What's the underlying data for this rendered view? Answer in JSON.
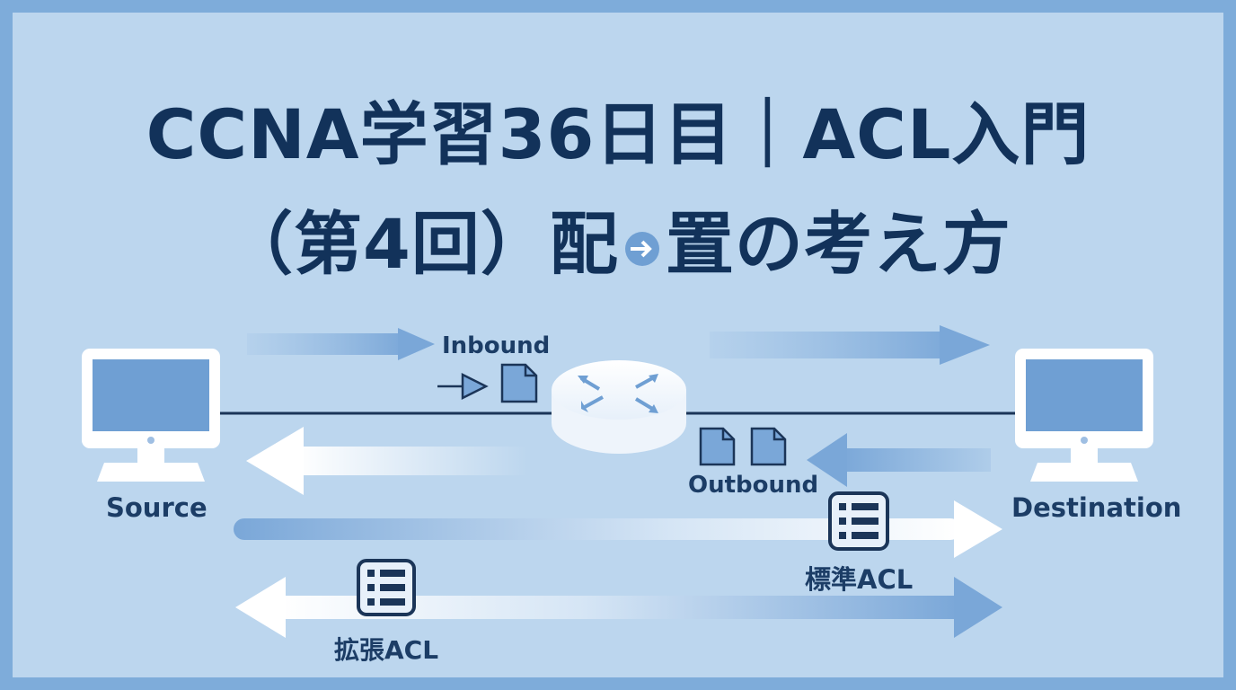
{
  "title": {
    "line1": "CCNA学習36日目｜ACL入門",
    "line2_prefix": "（第4回）配",
    "line2_suffix": "置の考え方"
  },
  "labels": {
    "inbound": "Inbound",
    "outbound": "Outbound",
    "source": "Source",
    "destination": "Destination",
    "standard_acl": "標準ACL",
    "extended_acl": "拡張ACL"
  },
  "icons": {
    "source": "computer-monitor-icon",
    "destination": "computer-monitor-icon",
    "router": "router-icon",
    "acl_list": "list-icon",
    "packet": "document-icon",
    "title_mid": "arrow-circle-icon"
  },
  "colors": {
    "background": "#bcd6ee",
    "border": "#7eacda",
    "title": "#12325a",
    "accent": "#6f9fd3"
  }
}
